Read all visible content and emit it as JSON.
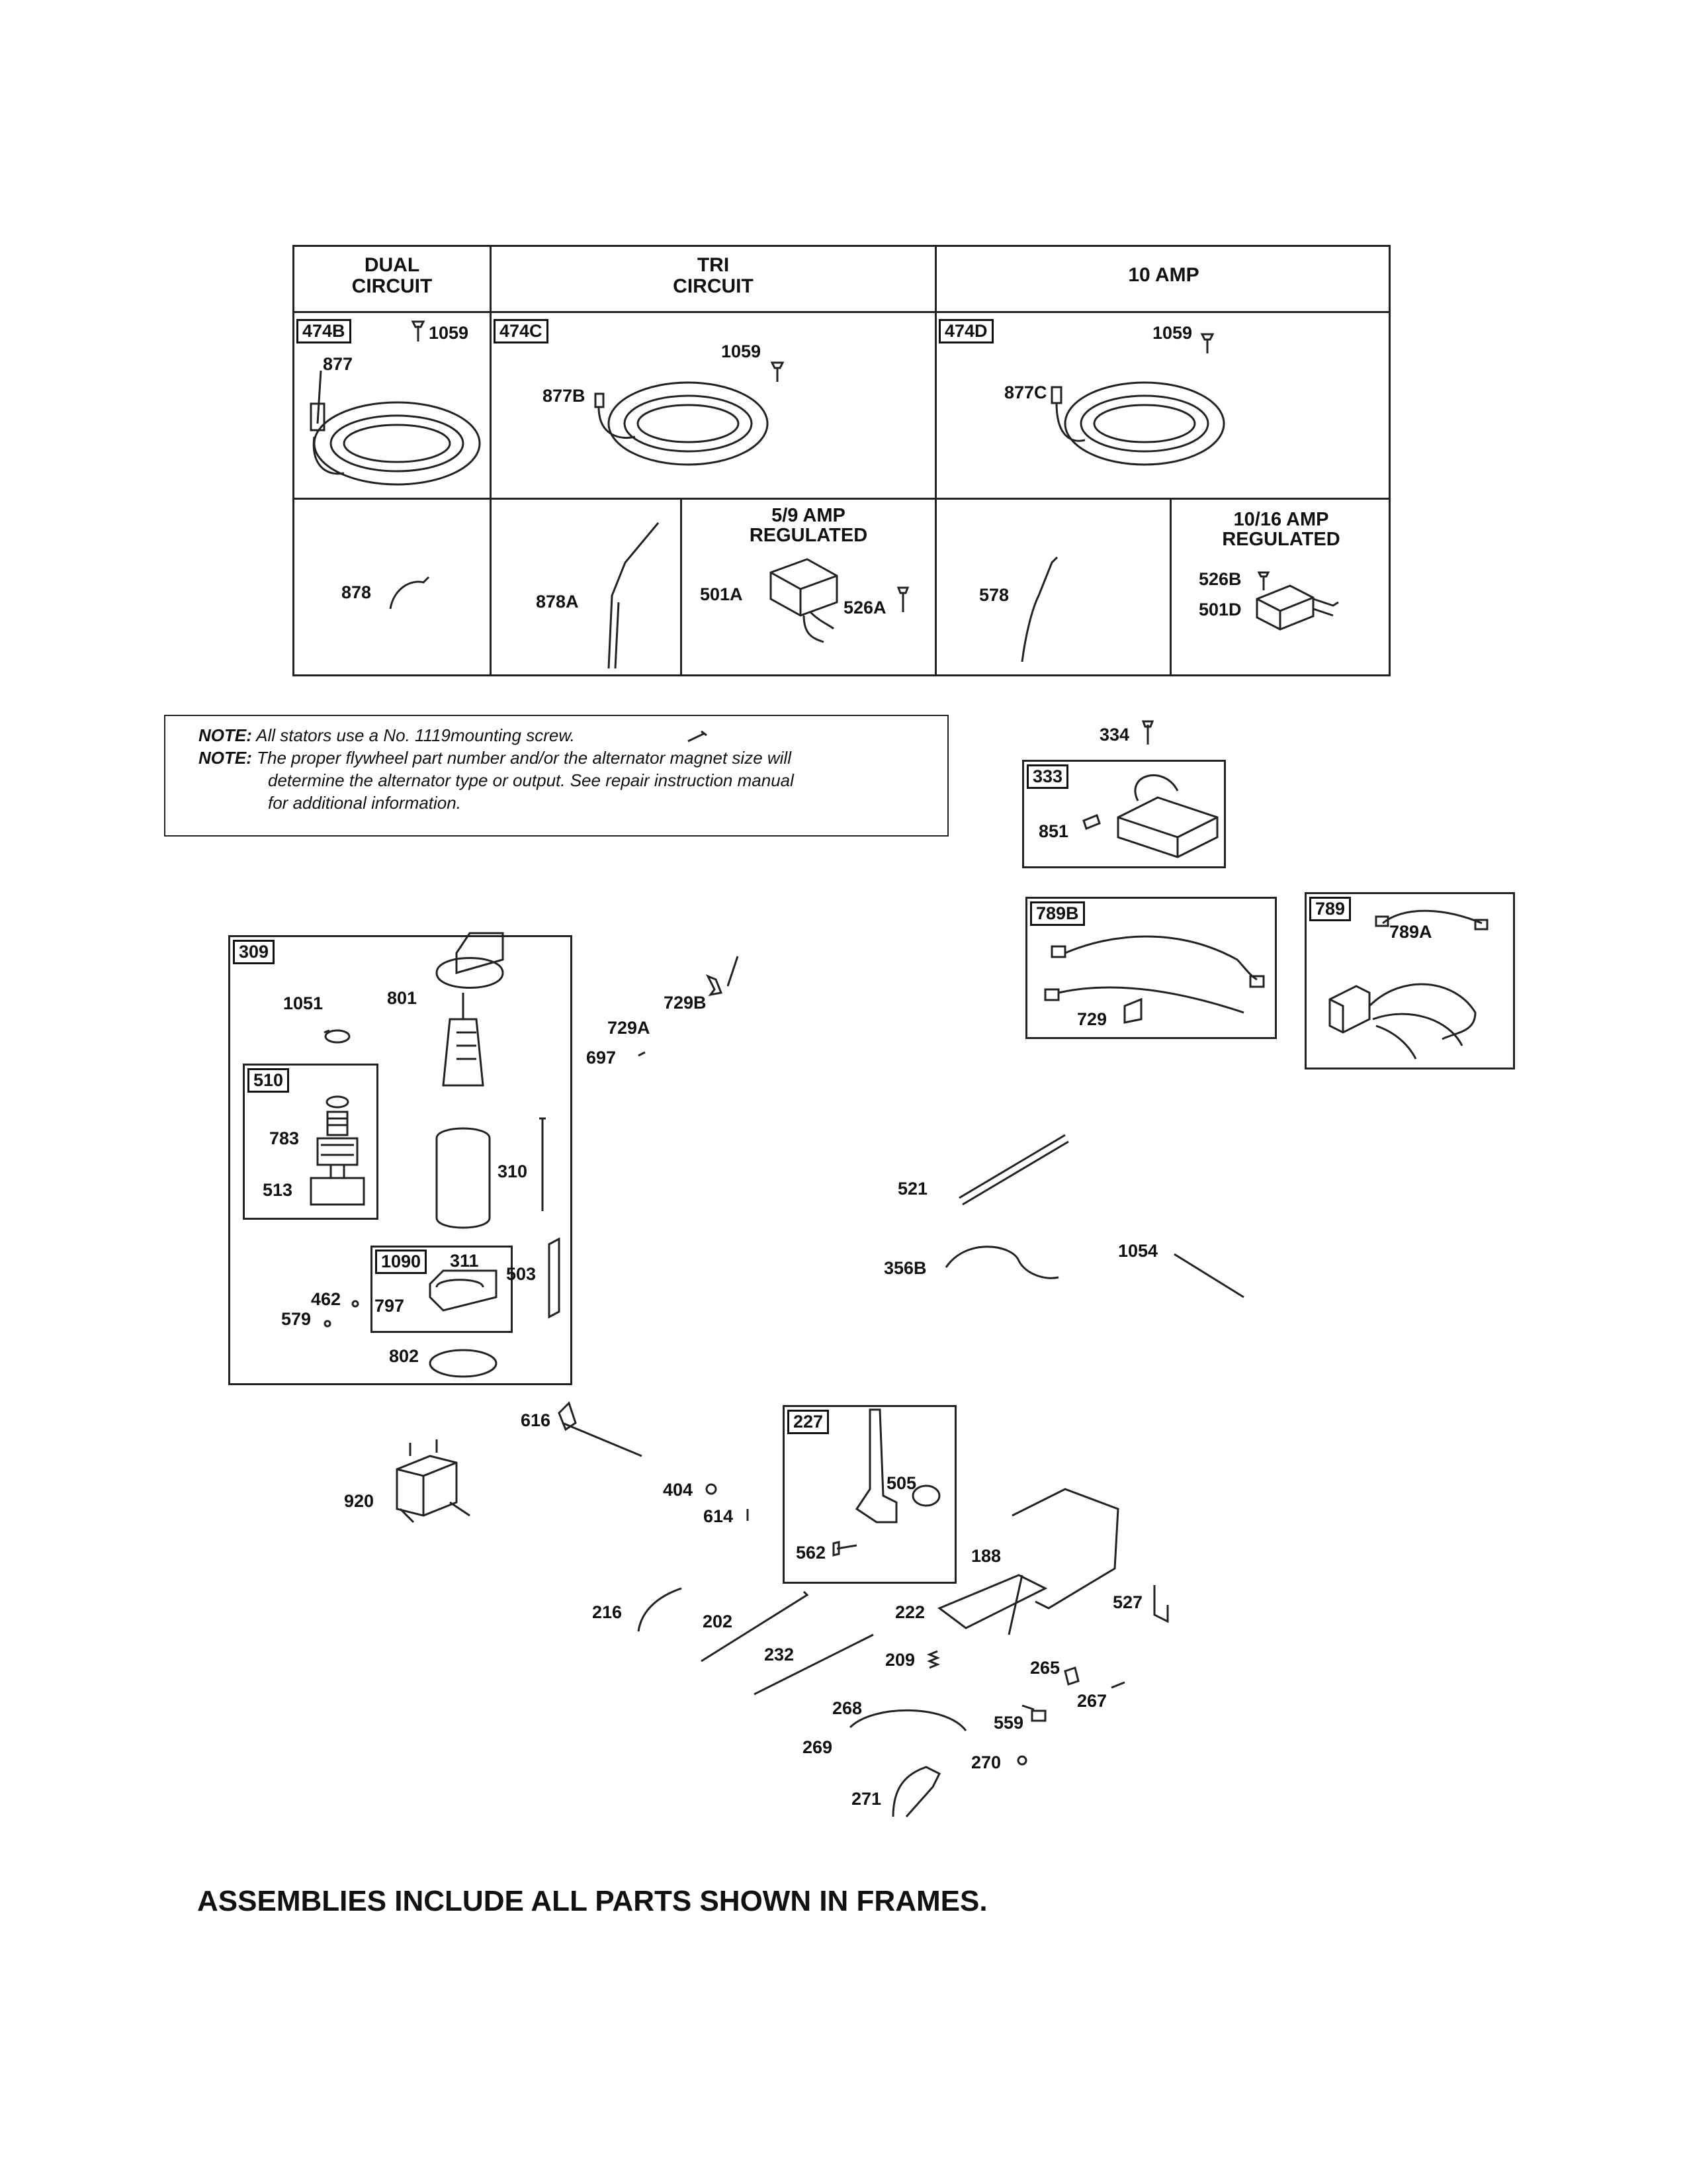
{
  "table": {
    "headers": [
      "DUAL\nCIRCUIT",
      "TRI\nCIRCUIT",
      "10 AMP"
    ],
    "stators": [
      {
        "tag": "474B",
        "screw": "1059",
        "lead": "877"
      },
      {
        "tag": "474C",
        "screw": "1059",
        "lead": "877B"
      },
      {
        "tag": "474D",
        "screw": "1059",
        "lead": "877C"
      }
    ],
    "bottom": {
      "c1": "878",
      "c2": "878A",
      "c3_title": "5/9 AMP\nREGULATED",
      "c3_a": "501A",
      "c3_b": "526A",
      "c4": "578",
      "c5_title": "10/16 AMP\nREGULATED",
      "c5_a": "526B",
      "c5_b": "501D"
    }
  },
  "notes": {
    "n1_prefix": "NOTE:",
    "n1_text": "All stators use a No. 1119mounting screw.",
    "n2_prefix": "NOTE:",
    "n2_text_line1": "The proper flywheel part number and/or the alternator magnet size will",
    "n2_text_line2": "determine the alternator type or output. See repair instruction manual",
    "n2_text_line3": "for additional information."
  },
  "frames": {
    "f333": "333",
    "f789b": "789B",
    "f789": "789",
    "f309": "309",
    "f510": "510",
    "f1090": "1090",
    "f227": "227"
  },
  "labels": {
    "l334": "334",
    "l851": "851",
    "l729": "729",
    "l789a": "789A",
    "l1051": "1051",
    "l801": "801",
    "l783": "783",
    "l513": "513",
    "l310": "310",
    "l311": "311",
    "l797": "797",
    "l462": "462",
    "l579": "579",
    "l503": "503",
    "l802": "802",
    "l729b": "729B",
    "l729a": "729A",
    "l697": "697",
    "l521": "521",
    "l356b": "356B",
    "l1054": "1054",
    "l616": "616",
    "l920": "920",
    "l404": "404",
    "l614": "614",
    "l505": "505",
    "l562": "562",
    "l188": "188",
    "l527": "527",
    "l216": "216",
    "l202": "202",
    "l222": "222",
    "l232": "232",
    "l209": "209",
    "l265": "265",
    "l267": "267",
    "l268": "268",
    "l559": "559",
    "l269": "269",
    "l270": "270",
    "l271": "271"
  },
  "footer": "ASSEMBLIES INCLUDE ALL PARTS SHOWN IN FRAMES."
}
